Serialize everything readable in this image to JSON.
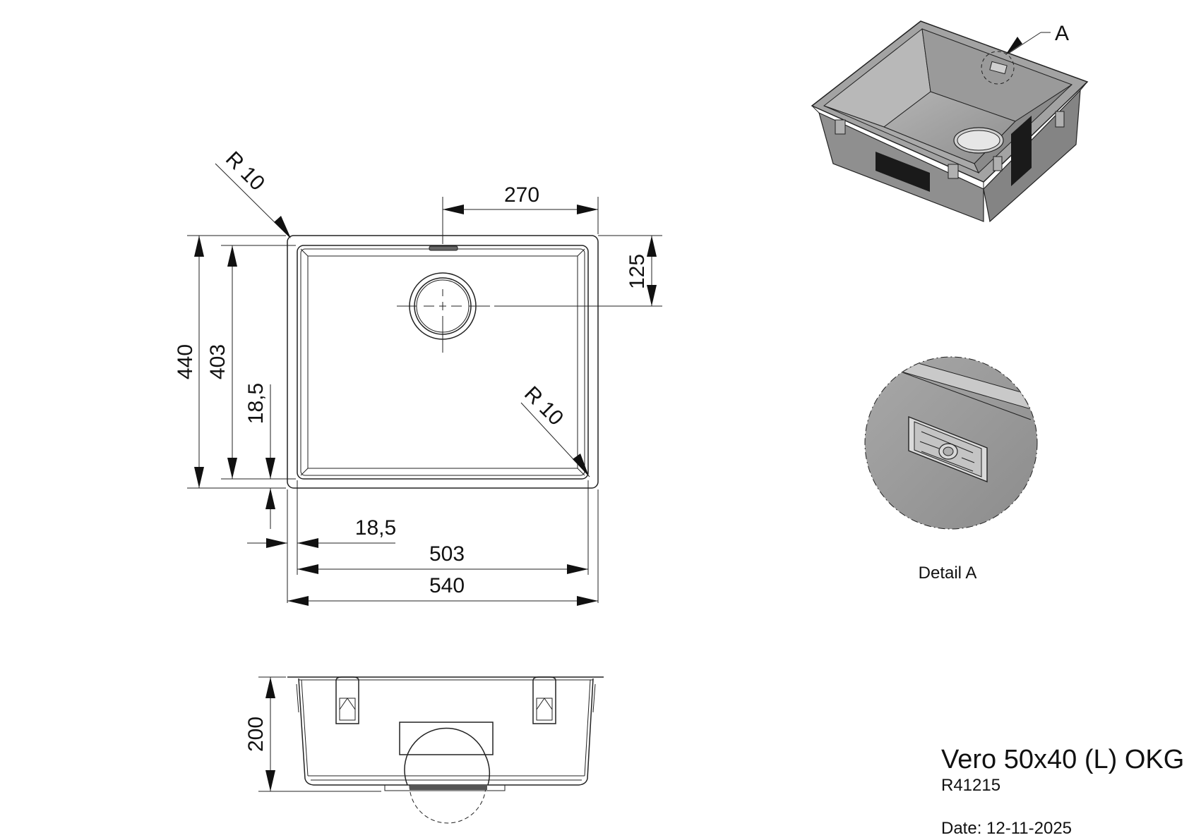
{
  "product": {
    "name": "Vero 50x40 (L) OKG",
    "code": "R41215",
    "date": "Date: 12-11-2025"
  },
  "dimensions": {
    "outer_width": "540",
    "inner_width": "503",
    "outer_depth": "440",
    "inner_depth": "403",
    "rim_side": "18,5",
    "rim_front": "18,5",
    "drain_offset_x": "270",
    "drain_offset_y": "125",
    "height": "200",
    "radius_outer": "R 10",
    "radius_inner": "R 10"
  },
  "detail": {
    "label": "Detail A",
    "callout": "A"
  },
  "colors": {
    "line": "#222222",
    "steel_fill": "#9c9c9c",
    "steel_light": "#bdbdbd",
    "steel_dark": "#6f6f6f",
    "cutout": "#1a1a1a"
  }
}
